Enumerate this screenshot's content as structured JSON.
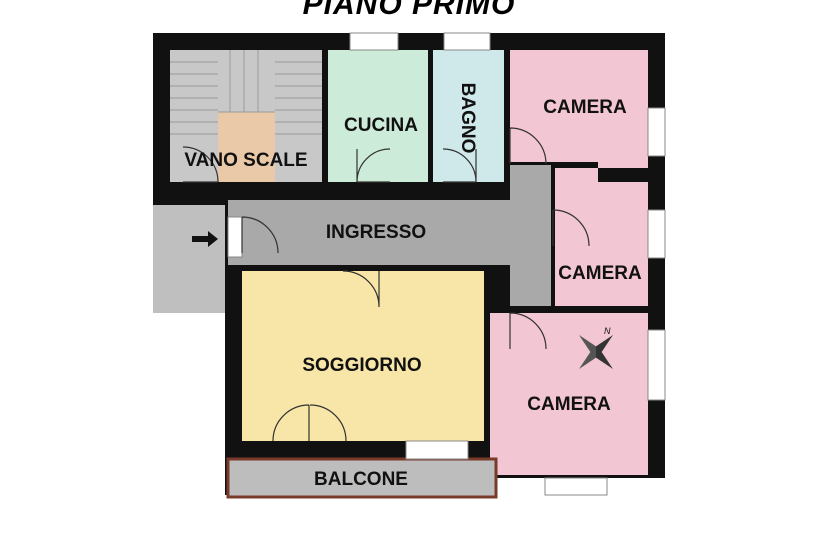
{
  "title": "PIANO PRIMO",
  "rooms": {
    "vano_scale": "VANO SCALE",
    "cucina": "CUCINA",
    "bagno": "BAGNO",
    "camera_1": "CAMERA",
    "camera_2": "CAMERA",
    "camera_3": "CAMERA",
    "ingresso": "INGRESSO",
    "soggiorno": "SOGGIORNO",
    "balcone": "BALCONE"
  },
  "compass": {
    "north_label": "N"
  },
  "colors": {
    "wall": "#111111",
    "vano_scale": "#e9c9a8",
    "stairs": "#c8c8c8",
    "cucina": "#cdebd9",
    "bagno": "#cfe8ea",
    "camera": "#f2c6d2",
    "ingresso": "#a9a9a9",
    "soggiorno": "#f7e6a8",
    "balcone": "#bdbdbd",
    "landing": "#bfbfbf"
  }
}
